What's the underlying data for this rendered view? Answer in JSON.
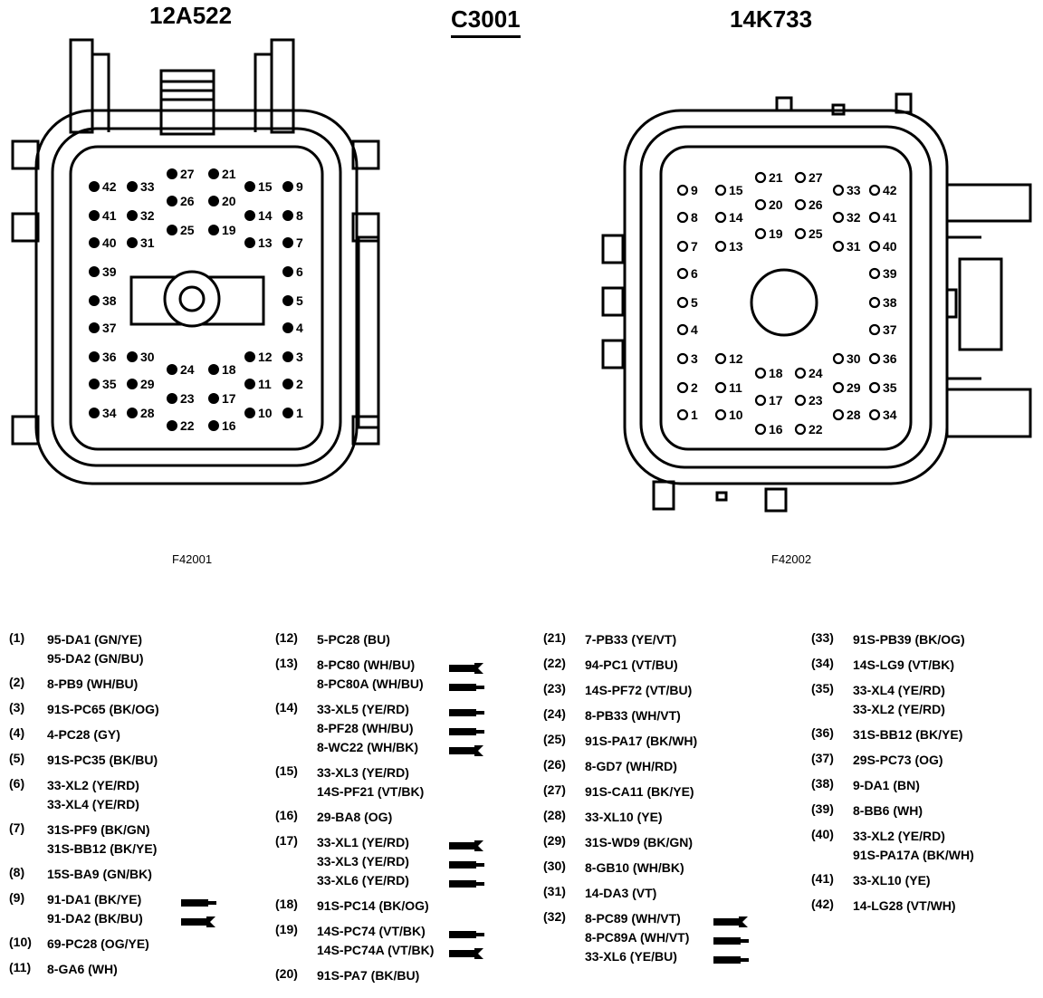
{
  "titles": {
    "left": "12A522",
    "center": "C3001",
    "right": "14K733"
  },
  "figure_ids": {
    "left": "F42001",
    "right": "F42002"
  },
  "left_pins": [
    {
      "n": "42",
      "side": "r"
    },
    {
      "n": "33",
      "side": "r"
    },
    {
      "n": "27",
      "side": "r"
    },
    {
      "n": "21",
      "side": "r"
    },
    {
      "n": "15",
      "side": "r"
    },
    {
      "n": "9",
      "side": "r"
    },
    {
      "n": "41",
      "side": "r"
    },
    {
      "n": "32",
      "side": "r"
    },
    {
      "n": "26",
      "side": "r"
    },
    {
      "n": "20",
      "side": "r"
    },
    {
      "n": "14",
      "side": "r"
    },
    {
      "n": "8",
      "side": "r"
    },
    {
      "n": "40",
      "side": "r"
    },
    {
      "n": "31",
      "side": "r"
    },
    {
      "n": "25",
      "side": "r"
    },
    {
      "n": "19",
      "side": "r"
    },
    {
      "n": "13",
      "side": "r"
    },
    {
      "n": "7",
      "side": "r"
    },
    {
      "n": "39",
      "side": "r"
    },
    {
      "n": "6",
      "side": "r"
    },
    {
      "n": "38",
      "side": "r"
    },
    {
      "n": "5",
      "side": "r"
    },
    {
      "n": "37",
      "side": "r"
    },
    {
      "n": "4",
      "side": "r"
    },
    {
      "n": "36",
      "side": "r"
    },
    {
      "n": "30",
      "side": "r"
    },
    {
      "n": "24",
      "side": "r"
    },
    {
      "n": "18",
      "side": "r"
    },
    {
      "n": "12",
      "side": "r"
    },
    {
      "n": "3",
      "side": "r"
    },
    {
      "n": "35",
      "side": "r"
    },
    {
      "n": "29",
      "side": "r"
    },
    {
      "n": "23",
      "side": "r"
    },
    {
      "n": "17",
      "side": "r"
    },
    {
      "n": "11",
      "side": "r"
    },
    {
      "n": "2",
      "side": "r"
    },
    {
      "n": "34",
      "side": "r"
    },
    {
      "n": "28",
      "side": "r"
    },
    {
      "n": "22",
      "side": "r"
    },
    {
      "n": "16",
      "side": "r"
    },
    {
      "n": "10",
      "side": "r"
    },
    {
      "n": "1",
      "side": "r"
    }
  ],
  "right_pins": [
    {
      "n": "9"
    },
    {
      "n": "15"
    },
    {
      "n": "21"
    },
    {
      "n": "27"
    },
    {
      "n": "33"
    },
    {
      "n": "42"
    },
    {
      "n": "8"
    },
    {
      "n": "14"
    },
    {
      "n": "20"
    },
    {
      "n": "26"
    },
    {
      "n": "32"
    },
    {
      "n": "41"
    },
    {
      "n": "7"
    },
    {
      "n": "13"
    },
    {
      "n": "19"
    },
    {
      "n": "25"
    },
    {
      "n": "31"
    },
    {
      "n": "40"
    },
    {
      "n": "6"
    },
    {
      "n": "39"
    },
    {
      "n": "5"
    },
    {
      "n": "38"
    },
    {
      "n": "4"
    },
    {
      "n": "37"
    },
    {
      "n": "3"
    },
    {
      "n": "12"
    },
    {
      "n": "18"
    },
    {
      "n": "24"
    },
    {
      "n": "30"
    },
    {
      "n": "36"
    },
    {
      "n": "2"
    },
    {
      "n": "11"
    },
    {
      "n": "17"
    },
    {
      "n": "23"
    },
    {
      "n": "29"
    },
    {
      "n": "35"
    },
    {
      "n": "1"
    },
    {
      "n": "10"
    },
    {
      "n": "16"
    },
    {
      "n": "22"
    },
    {
      "n": "28"
    },
    {
      "n": "34"
    }
  ],
  "legend": [
    [
      {
        "pin": "(1)",
        "lines": [
          {
            "t": "95-DA1 (GN/YE)"
          },
          {
            "t": "95-DA2 (GN/BU)"
          }
        ]
      },
      {
        "pin": "(2)",
        "lines": [
          {
            "t": "8-PB9 (WH/BU)"
          }
        ]
      },
      {
        "pin": "(3)",
        "lines": [
          {
            "t": "91S-PC65 (BK/OG)"
          }
        ]
      },
      {
        "pin": "(4)",
        "lines": [
          {
            "t": "4-PC28 (GY)"
          }
        ]
      },
      {
        "pin": "(5)",
        "lines": [
          {
            "t": "91S-PC35 (BK/BU)"
          }
        ]
      },
      {
        "pin": "(6)",
        "lines": [
          {
            "t": "33-XL2 (YE/RD)"
          },
          {
            "t": "33-XL4 (YE/RD)"
          }
        ]
      },
      {
        "pin": "(7)",
        "lines": [
          {
            "t": "31S-PF9 (BK/GN)"
          },
          {
            "t": "31S-BB12 (BK/YE)"
          }
        ]
      },
      {
        "pin": "(8)",
        "lines": [
          {
            "t": "15S-BA9 (GN/BK)"
          }
        ]
      },
      {
        "pin": "(9)",
        "lines": [
          {
            "t": "91-DA1 (BK/YE)",
            "term": "male"
          },
          {
            "t": "91-DA2 (BK/BU)",
            "term": "female"
          }
        ]
      },
      {
        "pin": "(10)",
        "lines": [
          {
            "t": "69-PC28 (OG/YE)"
          }
        ]
      },
      {
        "pin": "(11)",
        "lines": [
          {
            "t": "8-GA6 (WH)"
          }
        ]
      }
    ],
    [
      {
        "pin": "(12)",
        "lines": [
          {
            "t": "5-PC28 (BU)"
          }
        ]
      },
      {
        "pin": "(13)",
        "lines": [
          {
            "t": "8-PC80 (WH/BU)",
            "term": "female"
          },
          {
            "t": "8-PC80A (WH/BU)",
            "term": "male"
          }
        ]
      },
      {
        "pin": "(14)",
        "lines": [
          {
            "t": "33-XL5 (YE/RD)",
            "term": "male"
          },
          {
            "t": "8-PF28 (WH/BU)",
            "term": "male"
          },
          {
            "t": "8-WC22 (WH/BK)",
            "term": "female"
          }
        ]
      },
      {
        "pin": "(15)",
        "lines": [
          {
            "t": "33-XL3 (YE/RD)"
          },
          {
            "t": "14S-PF21 (VT/BK)"
          }
        ]
      },
      {
        "pin": "(16)",
        "lines": [
          {
            "t": "29-BA8 (OG)"
          }
        ]
      },
      {
        "pin": "(17)",
        "lines": [
          {
            "t": "33-XL1 (YE/RD)",
            "term": "female"
          },
          {
            "t": "33-XL3 (YE/RD)",
            "term": "male"
          },
          {
            "t": "33-XL6 (YE/RD)",
            "term": "male"
          }
        ]
      },
      {
        "pin": "(18)",
        "lines": [
          {
            "t": "91S-PC14 (BK/OG)"
          }
        ]
      },
      {
        "pin": "(19)",
        "lines": [
          {
            "t": "14S-PC74 (VT/BK)",
            "term": "male"
          },
          {
            "t": "14S-PC74A (VT/BK)",
            "term": "female"
          }
        ]
      },
      {
        "pin": "(20)",
        "lines": [
          {
            "t": "91S-PA7 (BK/BU)"
          }
        ]
      }
    ],
    [
      {
        "pin": "(21)",
        "lines": [
          {
            "t": "7-PB33 (YE/VT)"
          }
        ]
      },
      {
        "pin": "(22)",
        "lines": [
          {
            "t": "94-PC1 (VT/BU)"
          }
        ]
      },
      {
        "pin": "(23)",
        "lines": [
          {
            "t": "14S-PF72 (VT/BU)"
          }
        ]
      },
      {
        "pin": "(24)",
        "lines": [
          {
            "t": "8-PB33 (WH/VT)"
          }
        ]
      },
      {
        "pin": "(25)",
        "lines": [
          {
            "t": "91S-PA17 (BK/WH)"
          }
        ]
      },
      {
        "pin": "(26)",
        "lines": [
          {
            "t": "8-GD7 (WH/RD)"
          }
        ]
      },
      {
        "pin": "(27)",
        "lines": [
          {
            "t": "91S-CA11 (BK/YE)"
          }
        ]
      },
      {
        "pin": "(28)",
        "lines": [
          {
            "t": "33-XL10 (YE)"
          }
        ]
      },
      {
        "pin": "(29)",
        "lines": [
          {
            "t": "31S-WD9 (BK/GN)"
          }
        ]
      },
      {
        "pin": "(30)",
        "lines": [
          {
            "t": "8-GB10 (WH/BK)"
          }
        ]
      },
      {
        "pin": "(31)",
        "lines": [
          {
            "t": "14-DA3 (VT)"
          }
        ]
      },
      {
        "pin": "(32)",
        "lines": [
          {
            "t": "8-PC89 (WH/VT)",
            "term": "female"
          },
          {
            "t": "8-PC89A (WH/VT)",
            "term": "male"
          },
          {
            "t": "33-XL6 (YE/BU)",
            "term": "male"
          }
        ]
      }
    ],
    [
      {
        "pin": "(33)",
        "lines": [
          {
            "t": "91S-PB39 (BK/OG)"
          }
        ]
      },
      {
        "pin": "(34)",
        "lines": [
          {
            "t": "14S-LG9 (VT/BK)"
          }
        ]
      },
      {
        "pin": "(35)",
        "lines": [
          {
            "t": "33-XL4 (YE/RD)"
          },
          {
            "t": "33-XL2 (YE/RD)"
          }
        ]
      },
      {
        "pin": "(36)",
        "lines": [
          {
            "t": "31S-BB12 (BK/YE)"
          }
        ]
      },
      {
        "pin": "(37)",
        "lines": [
          {
            "t": "29S-PC73 (OG)"
          }
        ]
      },
      {
        "pin": "(38)",
        "lines": [
          {
            "t": "9-DA1 (BN)"
          }
        ]
      },
      {
        "pin": "(39)",
        "lines": [
          {
            "t": "8-BB6 (WH)"
          }
        ]
      },
      {
        "pin": "(40)",
        "lines": [
          {
            "t": "33-XL2 (YE/RD)"
          },
          {
            "t": "91S-PA17A (BK/WH)"
          }
        ]
      },
      {
        "pin": "(41)",
        "lines": [
          {
            "t": "33-XL10 (YE)"
          }
        ]
      },
      {
        "pin": "(42)",
        "lines": [
          {
            "t": "14-LG28 (VT/WH)"
          }
        ]
      }
    ]
  ]
}
